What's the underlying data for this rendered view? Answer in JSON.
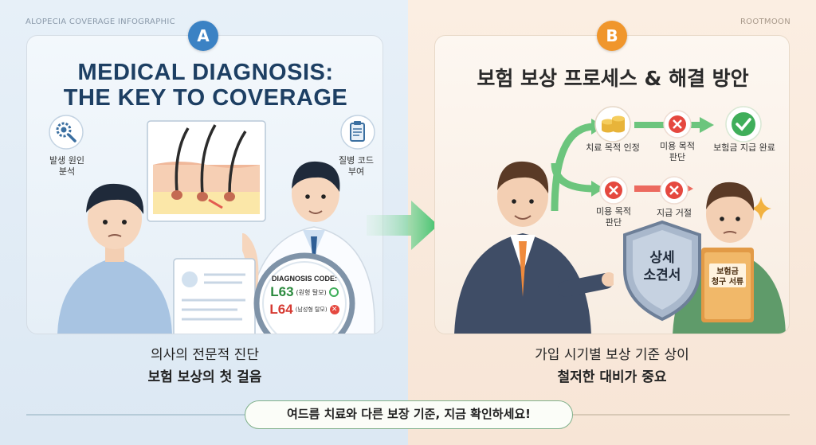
{
  "header": {
    "left_tag": "ALOPECIA COVERAGE INFOGRAPHIC",
    "right_tag": "ROOTMOON"
  },
  "panel_a": {
    "badge": "A",
    "title_line1": "MEDICAL DIAGNOSIS:",
    "title_line2": "THE KEY TO COVERAGE",
    "label_cause_line1": "발생 원인",
    "label_cause_line2": "분석",
    "label_code_line1": "질병 코드",
    "label_code_line2": "부여",
    "diagnosis_heading": "DIAGNOSIS CODE:",
    "code_1": "L63",
    "code_1_desc": "(원형 탈모)",
    "code_2": "L64",
    "code_2_desc": "(남성형 탈모)",
    "caption_line1": "의사의 전문적 진단",
    "caption_line2": "보험 보상의 첫 걸음"
  },
  "panel_b": {
    "badge": "B",
    "title": "보험 보상 프로세스 & 해결 방안",
    "step_treatment": "치료 목적 인정",
    "step_cosmetic_1_line1": "미용 목적",
    "step_cosmetic_1_line2": "판단",
    "step_complete": "보험금 지급 완료",
    "step_cosmetic_2_line1": "미용 목적",
    "step_cosmetic_2_line2": "판단",
    "step_denied": "지급 거절",
    "shield_line1": "상세",
    "shield_line2": "소견서",
    "folder_line1": "보험금",
    "folder_line2": "청구 서류",
    "caption_line1": "가입 시기별 보상 기준 상이",
    "caption_line2": "철저한 대비가 중요"
  },
  "footer": {
    "banner": "여드름 치료와 다른 보장 기준, 지금 확인하세요!"
  },
  "colors": {
    "blue_accent": "#3b82c4",
    "orange_accent": "#f0962c",
    "green_success": "#3fae5a",
    "red_reject": "#e5483f",
    "title_navy": "#1d3f63"
  }
}
